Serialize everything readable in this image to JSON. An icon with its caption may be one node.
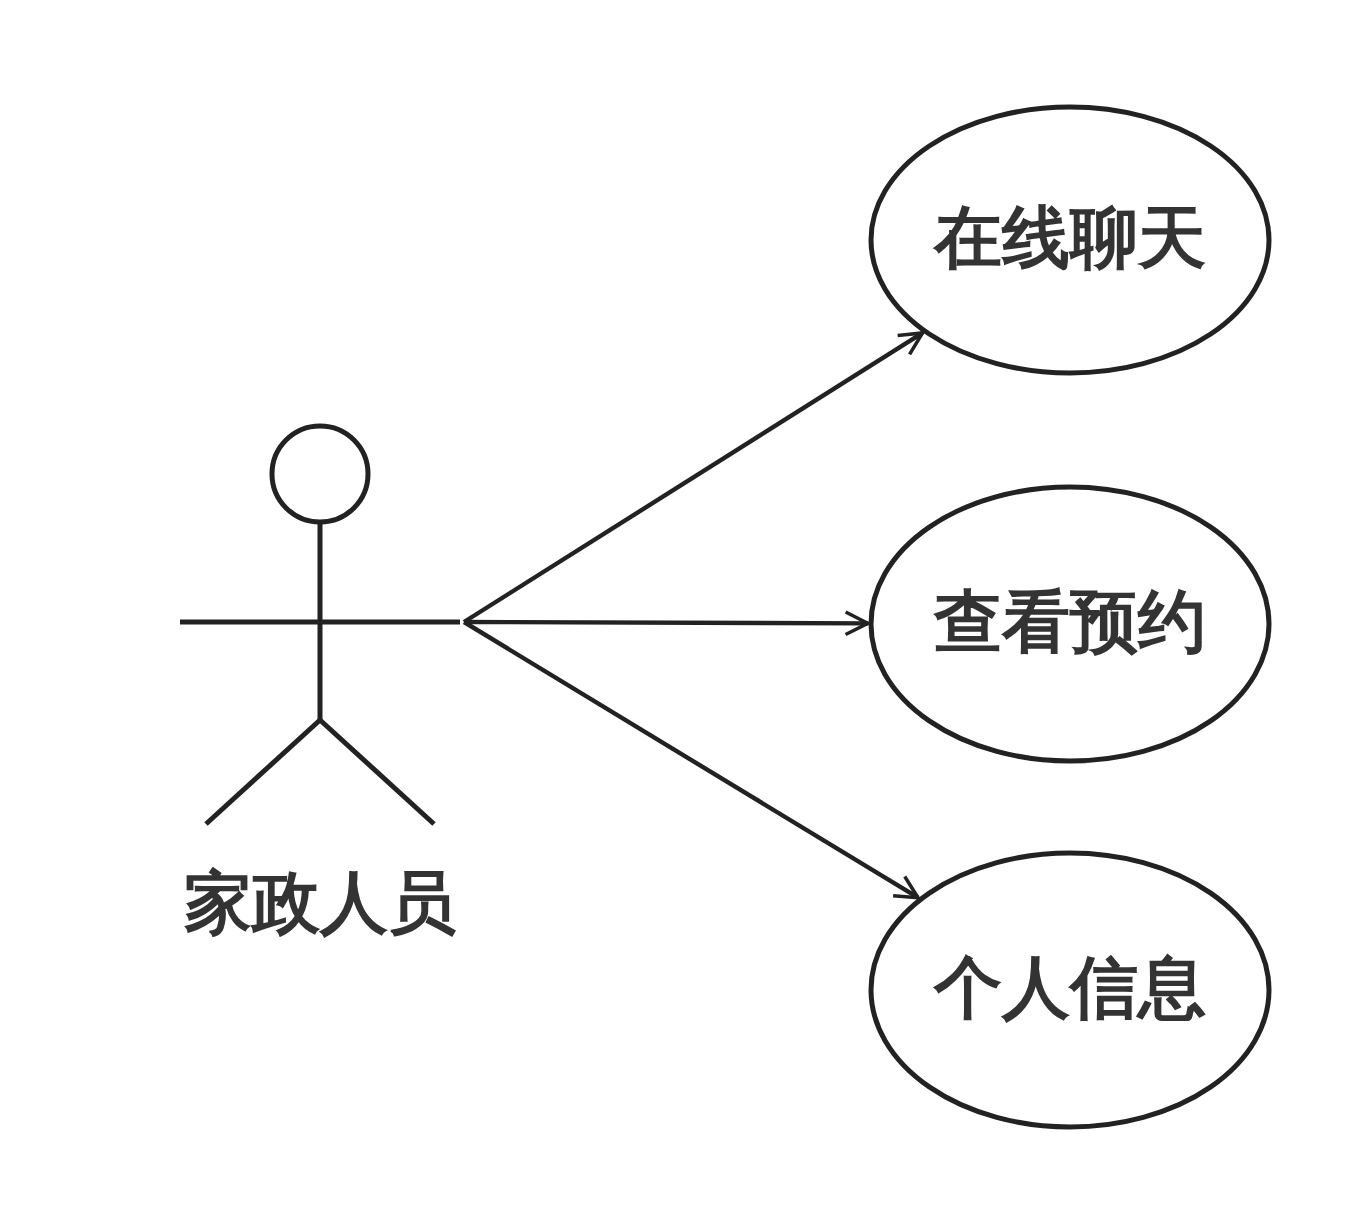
{
  "diagram": {
    "nodes": [
      {
        "text": [
          "家政人员"
        ]
      },
      {
        "text": [
          "在线聊天"
        ]
      },
      {
        "text": [
          "查看预约"
        ]
      },
      {
        "text": [
          "个人信息"
        ]
      }
    ],
    "edges": [
      {
        "from": 0,
        "to": 1,
        "arrow": "to"
      },
      {
        "from": 0,
        "to": 2,
        "arrow": "to"
      },
      {
        "from": 0,
        "to": 3,
        "arrow": "to"
      }
    ]
  }
}
